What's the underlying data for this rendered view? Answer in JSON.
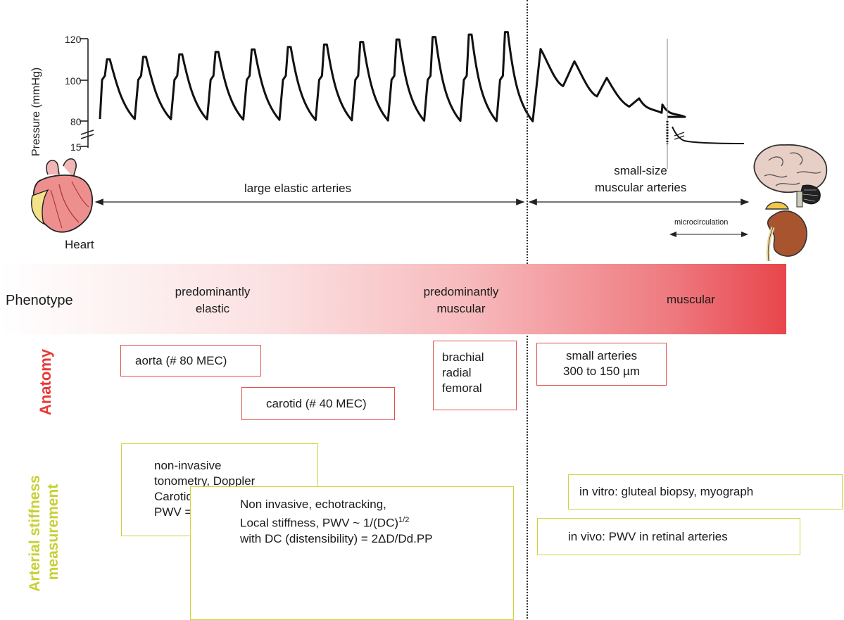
{
  "chart_data": {
    "type": "line",
    "ylabel": "Pressure (mmHg)",
    "y_ticks": [
      "120",
      "100",
      "80",
      "15"
    ],
    "axis_break": true
  },
  "pressure_axis": {
    "ylabel": "Pressure (mmHg)",
    "ticks": [
      "120",
      "100",
      "80",
      "15"
    ]
  },
  "heart_label": "Heart",
  "segments": {
    "large_elastic": "large elastic arteries",
    "small_muscular_line1": "small-size",
    "small_muscular_line2": "muscular arteries",
    "microcirculation": "microcirculation"
  },
  "phenotype": {
    "label": "Phenotype",
    "elastic_line1": "predominantly",
    "elastic_line2": "elastic",
    "muscular_pred_line1": "predominantly",
    "muscular_pred_line2": "muscular",
    "muscular": "muscular",
    "gradient_start": "#ffffff",
    "gradient_end": "#e8454c"
  },
  "row_labels": {
    "anatomy": "Anatomy",
    "stiffness_line1": "Arterial stiffness",
    "stiffness_line2": "measurement",
    "anatomy_color": "#e83a3a",
    "stiffness_color": "#c8d035"
  },
  "anatomy_boxes": {
    "aorta": "aorta (# 80 MEC)",
    "carotid": "carotid (# 40 MEC)",
    "peripheral": [
      "brachial",
      "radial",
      "femoral"
    ],
    "small_arteries": [
      "small arteries",
      "300 to 150 µm"
    ]
  },
  "measurement_boxes": {
    "aorta_method": [
      "non-invasive",
      "tonometry, Doppler",
      "Carotid-Femoral PWV",
      "PWV = L/DT"
    ],
    "local_line1": "Non invasive, echotracking,",
    "local_line2_prefix": "Local stiffness, PWV ~ 1/(DC)",
    "local_line2_sup": "1/2",
    "local_line3": "with DC (distensibility) = 2ΔD/Dd.PP",
    "in_vitro": "in vitro: gluteal biopsy, myograph",
    "in_vivo": "in vivo: PWV in retinal arteries"
  },
  "colors": {
    "red_border": "#e0524a",
    "yellow_border": "#cfd43a"
  }
}
